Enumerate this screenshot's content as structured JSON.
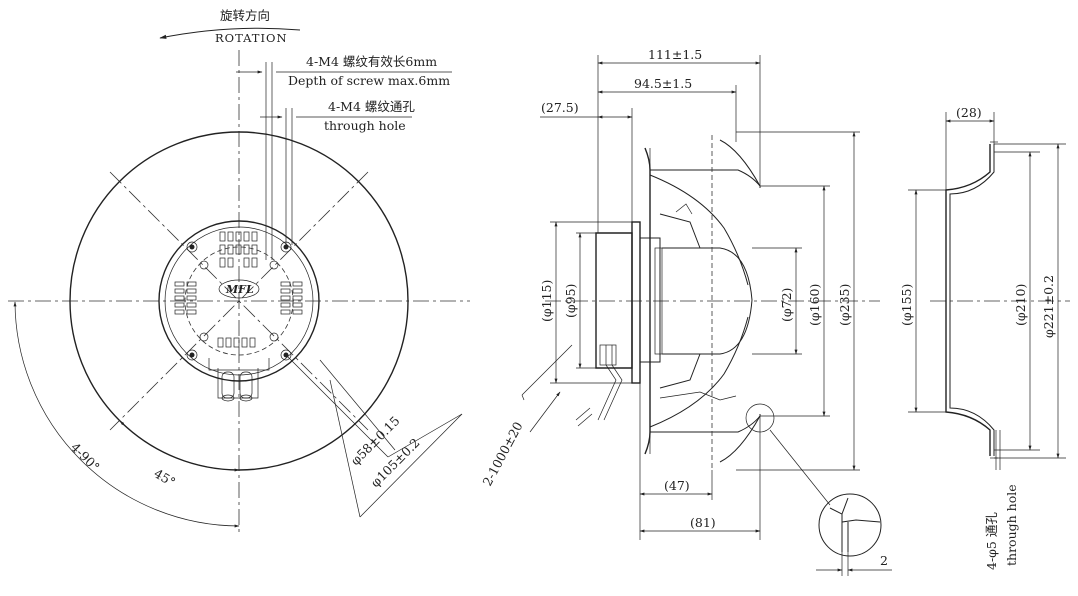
{
  "rotation": {
    "cn": "旋转方向",
    "en": "ROTATION"
  },
  "screw_depth": {
    "cn": "4-M4 螺纹有效长6mm",
    "en": "Depth of screw max.6mm"
  },
  "screw_through": {
    "cn": "4-M4 螺纹通孔",
    "en": "through hole"
  },
  "front_dims": {
    "d58": "φ58±0.15",
    "d105": "φ105±0.2",
    "a45": "45°",
    "a490": "4-90°"
  },
  "cable": "2-1000±20",
  "side_dims": {
    "d111": "111±1.5",
    "d945": "94.5±1.5",
    "d275": "(27.5)",
    "d115": "(φ115)",
    "d95": "(φ95)",
    "d72": "(φ72)",
    "d160": "(φ160)",
    "d235": "(φ235)",
    "d47": "(47)",
    "d81": "(81)",
    "d2": "2"
  },
  "ring_dims": {
    "d28": "(28)",
    "d155": "(φ155)",
    "d210": "(φ210)",
    "d221": "φ221±0.2"
  },
  "ring_hole": {
    "cn": "4-φ5 通孔",
    "en": "through hole"
  },
  "logo": "MFL"
}
